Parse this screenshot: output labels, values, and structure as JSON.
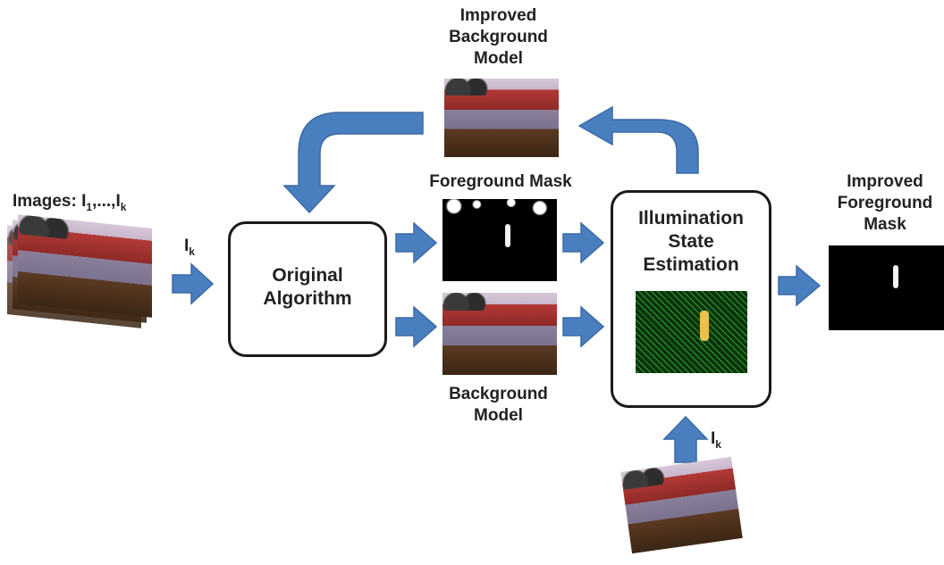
{
  "labels": {
    "images_input": "Images: I",
    "images_input_sub1": "1",
    "images_input_mid": ",...,I",
    "images_input_sub2": "k",
    "ik_main": "I",
    "ik_main_sub": "k",
    "ik_bottom": "I",
    "ik_bottom_sub": "k",
    "improved_bg_model_l1": "Improved",
    "improved_bg_model_l2": "Background",
    "improved_bg_model_l3": "Model",
    "foreground_mask": "Foreground Mask",
    "background_model_l1": "Background",
    "background_model_l2": "Model",
    "improved_fg_mask_l1": "Improved",
    "improved_fg_mask_l2": "Foreground",
    "improved_fg_mask_l3": "Mask"
  },
  "boxes": {
    "original_algorithm_l1": "Original",
    "original_algorithm_l2": "Algorithm",
    "illumination_l1": "Illumination",
    "illumination_l2": "State",
    "illumination_l3": "Estimation"
  },
  "colors": {
    "arrow_fill": "#4a7fbf",
    "arrow_stroke": "#3a6aa5",
    "box_border": "#1a1a1a"
  }
}
